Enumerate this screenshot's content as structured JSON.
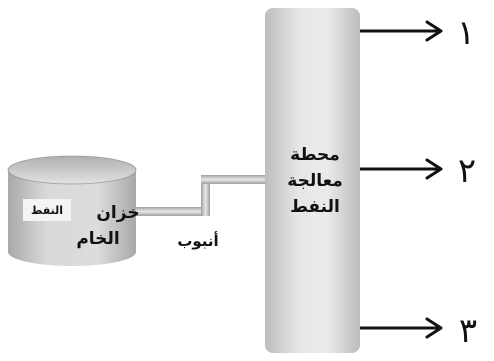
{
  "tank": {
    "line1_word1": "خزان",
    "line1_word2": "النفط",
    "line2": "الخام"
  },
  "pipe": {
    "label": "أنبوب"
  },
  "plant": {
    "line1": "محطة",
    "line2": "معالجة",
    "line3": "النفط"
  },
  "outputs": [
    {
      "label": "١"
    },
    {
      "label": "٢"
    },
    {
      "label": "٣"
    }
  ]
}
